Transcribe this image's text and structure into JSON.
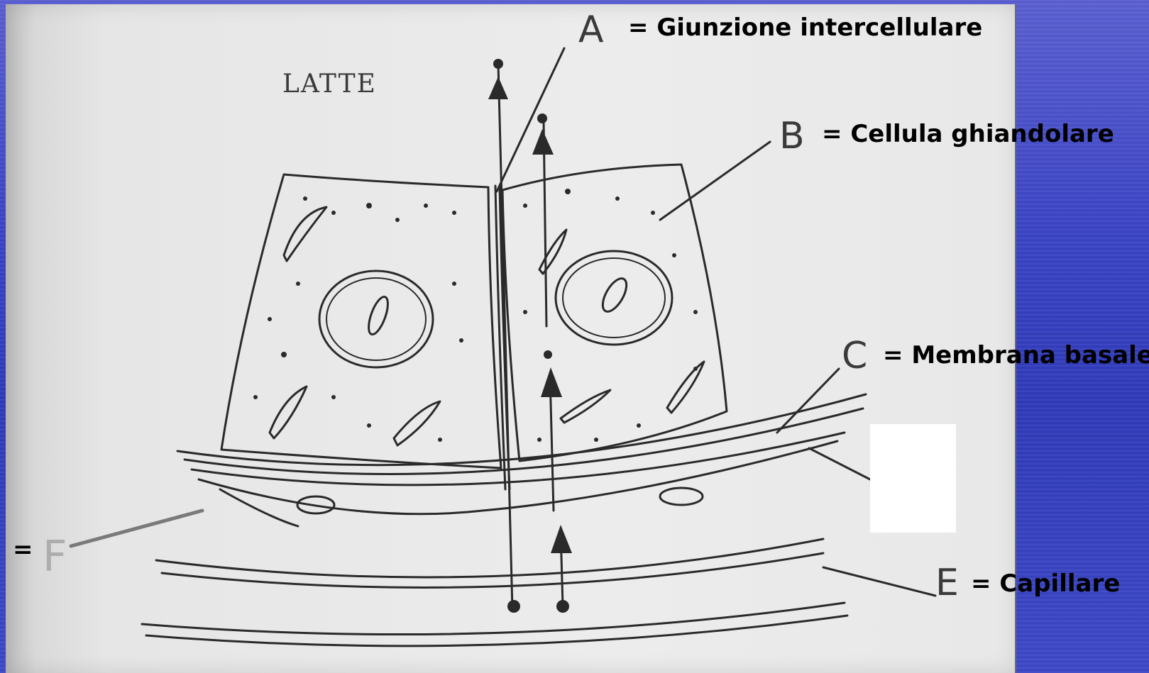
{
  "diagram": {
    "top_label": "LATTE",
    "letters": {
      "a": "A",
      "b": "B",
      "c": "C",
      "e": "E",
      "f": "F"
    },
    "captions": {
      "a": "= Giunzione intercellulare",
      "b": "= Cellula ghiandolare",
      "c": "= Membrana basale",
      "e": "= Capillare",
      "f": "="
    }
  },
  "colors": {
    "background": "#3a43c4",
    "paper": "#ececec",
    "ink": "#2a2a2a",
    "caption_text": "#000000"
  }
}
